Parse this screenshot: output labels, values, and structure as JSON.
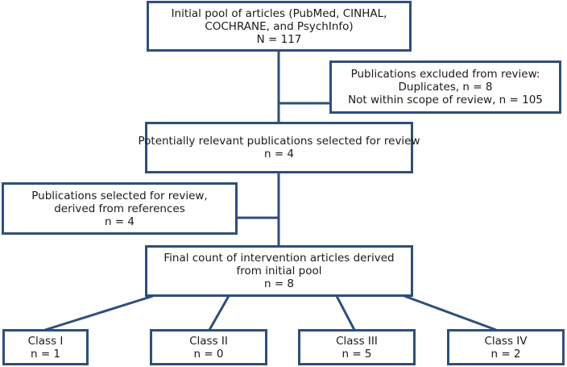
{
  "boxes": {
    "initial_pool": {
      "lines": [
        "Initial pool of articles (PubMed, CINHAL,",
        "COCHRANE, and PsychInfo)",
        "N = 117"
      ]
    },
    "excluded": {
      "lines": [
        "Publications excluded from review:",
        "Duplicates, n = 8",
        "Not within scope of review, n = 105"
      ]
    },
    "relevant": {
      "lines": [
        "Potentially relevant publications selected for review",
        "n = 4"
      ]
    },
    "from_references": {
      "lines": [
        "Publications selected for review,",
        "derived from references",
        "n = 4"
      ]
    },
    "final_count": {
      "lines": [
        "Final count of intervention articles derived",
        "from initial pool",
        "n = 8"
      ]
    },
    "classes": [
      {
        "label": "Class I",
        "count": "n = 1"
      },
      {
        "label": "Class II",
        "count": "n = 0"
      },
      {
        "label": "Class III",
        "count": "n = 5"
      },
      {
        "label": "Class IV",
        "count": "n = 2"
      }
    ]
  },
  "colors": {
    "border": "#2f4f7a",
    "background": "#ffffff",
    "text": "#1a1a1a"
  }
}
